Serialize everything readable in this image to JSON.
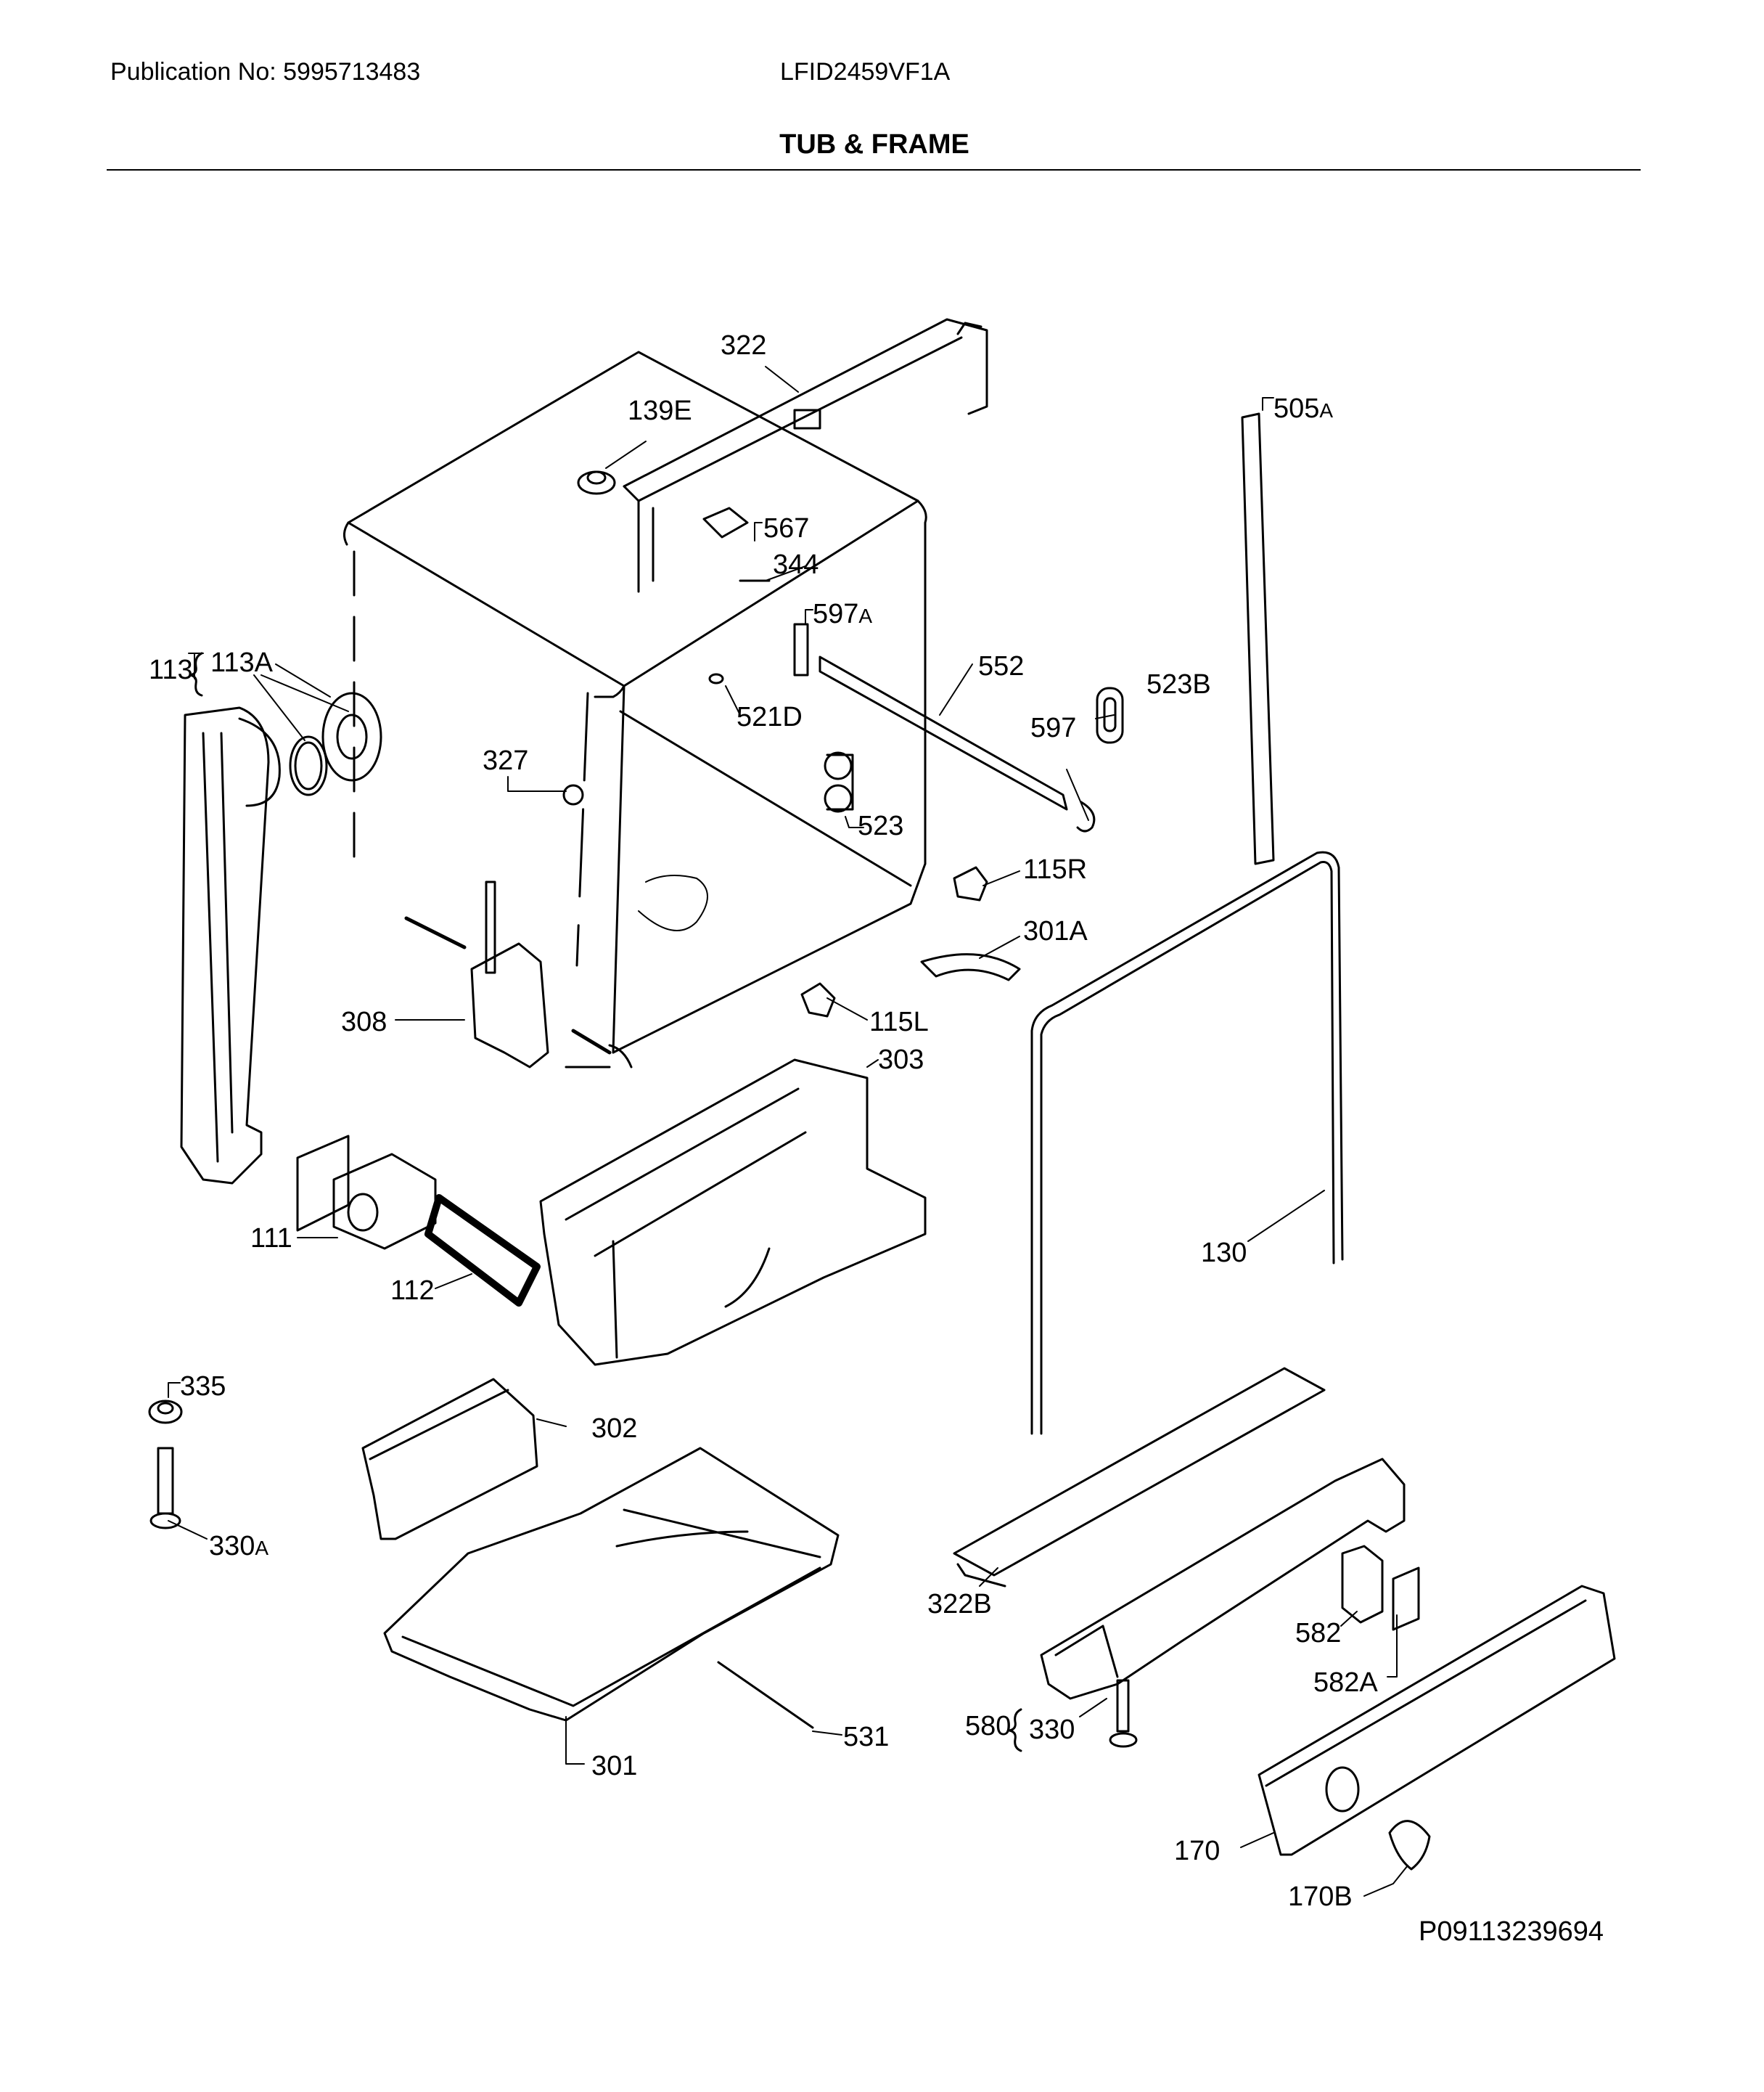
{
  "header": {
    "publication": "Publication No: 5995713483",
    "model": "LFID2459VF1A",
    "title": "TUB & FRAME"
  },
  "footer": {
    "code": "P09113239694"
  },
  "callouts": {
    "c322": "322",
    "c139E": "139E",
    "c505A_num": "505",
    "c505A_suf": "A",
    "c567": "567",
    "c344": "344",
    "c597A_num": "597",
    "c597A_suf": "A",
    "c113": "113",
    "c113A": "113A",
    "c552": "552",
    "c523B": "523B",
    "c521D": "521D",
    "c597": "597",
    "c327": "327",
    "c523": "523",
    "c115R": "115R",
    "c301A": "301A",
    "c308": "308",
    "c115L": "115L",
    "c303": "303",
    "c111": "111",
    "c112": "112",
    "c130": "130",
    "c335": "335",
    "c302": "302",
    "c330A_num": "330",
    "c330A_suf": "A",
    "c322B": "322B",
    "c582": "582",
    "c582A": "582A",
    "c580": "580",
    "c330": "330",
    "c531": "531",
    "c301": "301",
    "c170": "170",
    "c170B": "170B"
  }
}
